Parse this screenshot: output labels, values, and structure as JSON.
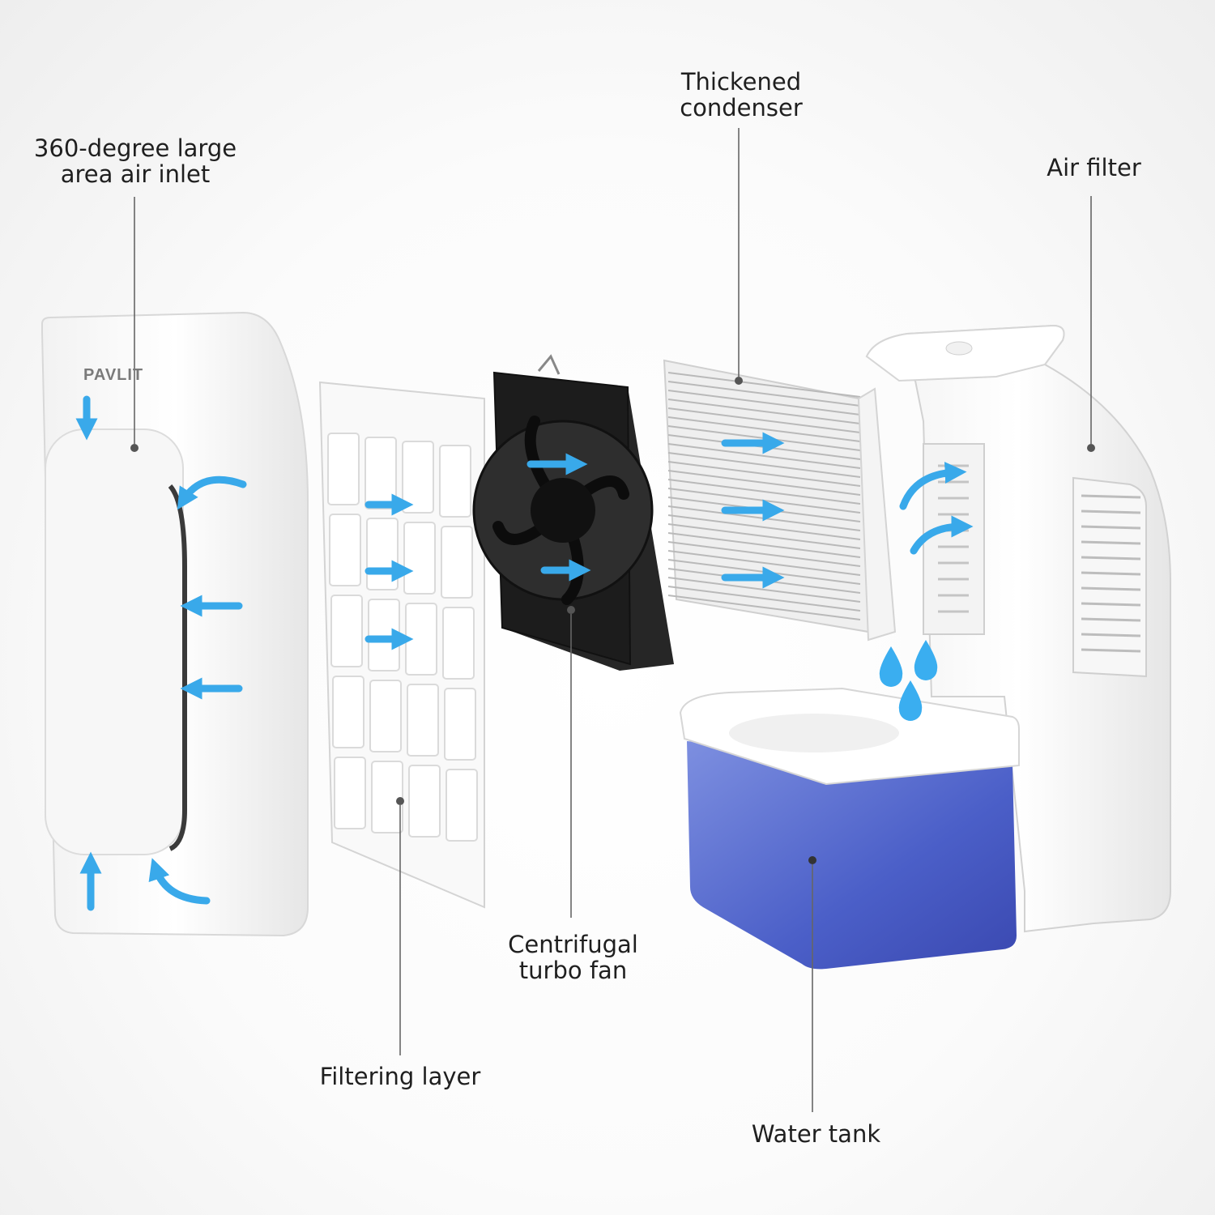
{
  "brand": "PAVLIT",
  "labels": {
    "air_inlet": [
      "360-degree large",
      "area air inlet"
    ],
    "condenser": [
      "Thickened",
      "condenser"
    ],
    "air_filter": [
      "Air filter"
    ],
    "fan": [
      "Centrifugal",
      "turbo fan"
    ],
    "filtering_layer": [
      "Filtering layer"
    ],
    "water_tank": [
      "Water tank"
    ]
  },
  "colors": {
    "arrow": "#39a9ea",
    "water": "#4a5fc9",
    "water_drop": "#3aaef0",
    "shell": "#ffffff",
    "fan": "#1c1c1c",
    "line": "#666666"
  }
}
